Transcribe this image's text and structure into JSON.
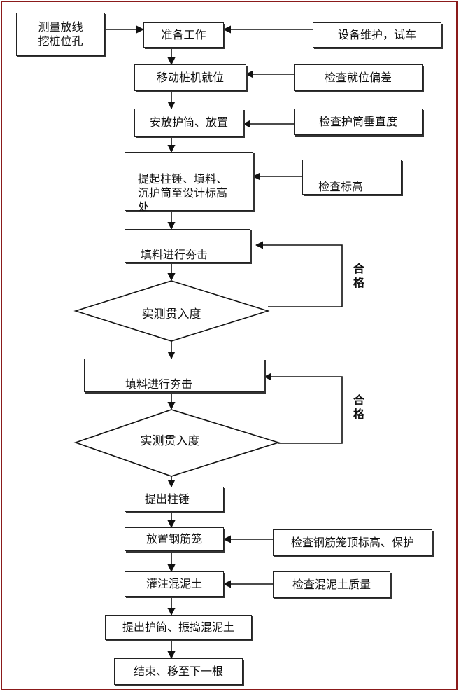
{
  "side": {
    "survey": "测量放线\n挖桩位孔",
    "maintain": "设备维护，试车",
    "check_position": "检查就位偏差",
    "check_vertical": "检查护筒垂直度",
    "check_elevation": "检查标高",
    "check_cage": "检查钢筋笼顶标高、保护",
    "check_concrete": "检查混泥土质量"
  },
  "steps": {
    "prepare": "准备工作",
    "move": "移动桩机就位",
    "place_casing": "安放护筒、放置",
    "lift_hammer": "提起柱锤、填料、\n沉护筒至设计标高\n处",
    "ram1": "填料进行夯击",
    "ram2": "填料进行夯击",
    "lift_out_hammer": "提出柱锤",
    "place_cage": "放置钢筋笼",
    "pour": "灌注混泥土",
    "vibrate": "提出护筒、振捣混泥土",
    "finish": "结束、移至下一根"
  },
  "decisions": {
    "measure1": "实测贯入度",
    "measure2": "实测贯入度"
  },
  "loop_labels": {
    "pass1": "合\n格",
    "pass2": "合\n格"
  }
}
